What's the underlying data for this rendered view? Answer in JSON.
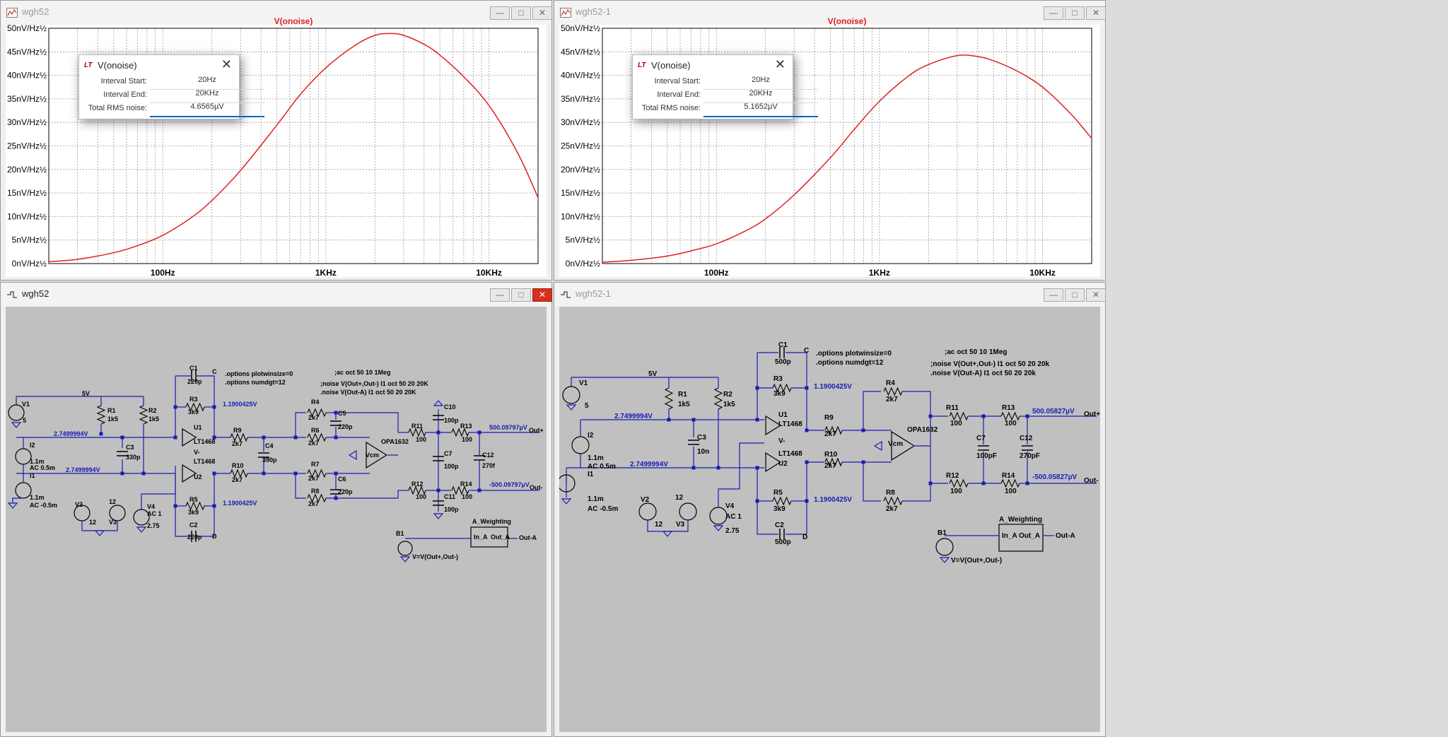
{
  "windows": {
    "plot_left": {
      "title": "wgh52"
    },
    "plot_right": {
      "title": "wgh52-1"
    },
    "schem_left": {
      "title": "wgh52"
    },
    "schem_right": {
      "title": "wgh52-1"
    }
  },
  "controls": {
    "minimize": "—",
    "maximize": "□",
    "close": "✕"
  },
  "dialogs": {
    "left": {
      "title": "V(onoise)",
      "interval_start_label": "Interval Start:",
      "interval_start": "20Hz",
      "interval_end_label": "Interval End:",
      "interval_end": "20KHz",
      "rms_label": "Total RMS noise:",
      "rms": "4.6565µV"
    },
    "right": {
      "title": "V(onoise)",
      "interval_start_label": "Interval Start:",
      "interval_start": "20Hz",
      "interval_end_label": "Interval End:",
      "interval_end": "20KHz",
      "rms_label": "Total RMS noise:",
      "rms": "5.1652µV"
    }
  },
  "chart_data": [
    {
      "type": "line",
      "title": "V(onoise)",
      "x_scale": "log",
      "x_range_hz": [
        20,
        20000
      ],
      "x_ticks": [
        "100Hz",
        "1KHz",
        "10KHz"
      ],
      "y_ticks": [
        "0nV/Hz½",
        "5nV/Hz½",
        "10nV/Hz½",
        "15nV/Hz½",
        "20nV/Hz½",
        "25nV/Hz½",
        "30nV/Hz½",
        "35nV/Hz½",
        "40nV/Hz½",
        "45nV/Hz½",
        "50nV/Hz½"
      ],
      "ylim": [
        0,
        50
      ],
      "grid": true,
      "color": "#e02020",
      "series": [
        {
          "x": [
            20,
            30,
            50,
            70,
            100,
            150,
            200,
            300,
            500,
            700,
            1000,
            1500,
            2000,
            2500,
            3000,
            4000,
            5000,
            7000,
            10000,
            15000,
            20000
          ],
          "y": [
            0.4,
            0.9,
            2.3,
            3.8,
            6.0,
            9.8,
            13.4,
            19.8,
            29.4,
            36.0,
            41.6,
            46.3,
            48.5,
            48.9,
            48.5,
            46.6,
            44.3,
            39.7,
            33.6,
            23.5,
            14.0
          ]
        }
      ]
    },
    {
      "type": "line",
      "title": "V(onoise)",
      "x_scale": "log",
      "x_range_hz": [
        20,
        20000
      ],
      "x_ticks": [
        "100Hz",
        "1KHz",
        "10KHz"
      ],
      "y_ticks": [
        "0nV/Hz½",
        "5nV/Hz½",
        "10nV/Hz½",
        "15nV/Hz½",
        "20nV/Hz½",
        "25nV/Hz½",
        "30nV/Hz½",
        "35nV/Hz½",
        "40nV/Hz½",
        "45nV/Hz½",
        "50nV/Hz½"
      ],
      "ylim": [
        0,
        50
      ],
      "grid": true,
      "color": "#e02020",
      "series": [
        {
          "x": [
            20,
            30,
            50,
            70,
            100,
            150,
            200,
            300,
            500,
            700,
            1000,
            1500,
            2000,
            3000,
            4000,
            5000,
            7000,
            10000,
            15000,
            20000
          ],
          "y": [
            0.3,
            0.7,
            1.6,
            2.7,
            4.2,
            6.9,
            9.5,
            14.6,
            22.5,
            28.5,
            34.5,
            39.8,
            42.3,
            44.2,
            44.0,
            43.1,
            40.9,
            37.5,
            31.7,
            26.6
          ]
        }
      ]
    }
  ],
  "schem_left": {
    "labels": [
      {
        "t": "5V",
        "c": "#000"
      },
      {
        "t": "V1",
        "c": "#000"
      },
      {
        "t": "5",
        "c": "#000"
      },
      {
        "t": "R1",
        "c": "#000"
      },
      {
        "t": "1k5",
        "c": "#000"
      },
      {
        "t": "R2",
        "c": "#000"
      },
      {
        "t": "1k5",
        "c": "#000"
      },
      {
        "t": "2.7499994V",
        "c": "#1b1bb4"
      },
      {
        "t": "2.7499994V",
        "c": "#1b1bb4"
      },
      {
        "t": "I2",
        "c": "#000"
      },
      {
        "t": "1.1m",
        "c": "#000"
      },
      {
        "t": "AC 0.5m",
        "c": "#000"
      },
      {
        "t": "I1",
        "c": "#000"
      },
      {
        "t": "1.1m",
        "c": "#000"
      },
      {
        "t": "AC -0.5m",
        "c": "#000"
      },
      {
        "t": "C3",
        "c": "#000"
      },
      {
        "t": "330p",
        "c": "#000"
      },
      {
        "t": "V2",
        "c": "#000"
      },
      {
        "t": "12",
        "c": "#000"
      },
      {
        "t": "12",
        "c": "#000"
      },
      {
        "t": "V3",
        "c": "#000"
      },
      {
        "t": "V4",
        "c": "#000"
      },
      {
        "t": "AC 1",
        "c": "#000"
      },
      {
        "t": "2.75",
        "c": "#000"
      },
      {
        "t": "C1",
        "c": "#000"
      },
      {
        "t": "220p",
        "c": "#000"
      },
      {
        "t": "C",
        "c": "#000"
      },
      {
        "t": "R3",
        "c": "#000"
      },
      {
        "t": "3k9",
        "c": "#000"
      },
      {
        "t": "1.1900425V",
        "c": "#1b1bb4"
      },
      {
        "t": "U1",
        "c": "#000"
      },
      {
        "t": "LT1468",
        "c": "#000"
      },
      {
        "t": "V-",
        "c": "#000"
      },
      {
        "t": "LT1468",
        "c": "#000"
      },
      {
        "t": "U2",
        "c": "#000"
      },
      {
        "t": "R5",
        "c": "#000"
      },
      {
        "t": "3k9",
        "c": "#000"
      },
      {
        "t": "1.1900425V",
        "c": "#1b1bb4"
      },
      {
        "t": "C2",
        "c": "#000"
      },
      {
        "t": "220p",
        "c": "#000"
      },
      {
        "t": "D",
        "c": "#000"
      },
      {
        "t": "R9",
        "c": "#000"
      },
      {
        "t": "2k7",
        "c": "#000"
      },
      {
        "t": "R10",
        "c": "#000"
      },
      {
        "t": "2k7",
        "c": "#000"
      },
      {
        "t": "C4",
        "c": "#000"
      },
      {
        "t": "390p",
        "c": "#000"
      },
      {
        "t": ".options plotwinsize=0",
        "c": "#000"
      },
      {
        "t": ".options numdgt=12",
        "c": "#000"
      },
      {
        "t": ";ac oct 50 10 1Meg",
        "c": "#000"
      },
      {
        "t": ";noise V(Out+,Out-) I1 oct 50 20 20K",
        "c": "#000"
      },
      {
        "t": ".noise V(Out-A) I1 oct 50 20 20K",
        "c": "#000"
      },
      {
        "t": "R4",
        "c": "#000"
      },
      {
        "t": "2k7",
        "c": "#000"
      },
      {
        "t": "R6",
        "c": "#000"
      },
      {
        "t": "2k7",
        "c": "#000"
      },
      {
        "t": "R7",
        "c": "#000"
      },
      {
        "t": "2k7",
        "c": "#000"
      },
      {
        "t": "R8",
        "c": "#000"
      },
      {
        "t": "2k7",
        "c": "#000"
      },
      {
        "t": "C5",
        "c": "#000"
      },
      {
        "t": "220p",
        "c": "#000"
      },
      {
        "t": "C6",
        "c": "#000"
      },
      {
        "t": "220p",
        "c": "#000"
      },
      {
        "t": "Vcm",
        "c": "#000"
      },
      {
        "t": "OPA1632",
        "c": "#000"
      },
      {
        "t": "R11",
        "c": "#000"
      },
      {
        "t": "100",
        "c": "#000"
      },
      {
        "t": "R12",
        "c": "#000"
      },
      {
        "t": "100",
        "c": "#000"
      },
      {
        "t": "C10",
        "c": "#000"
      },
      {
        "t": "100p",
        "c": "#000"
      },
      {
        "t": "C7",
        "c": "#000"
      },
      {
        "t": "100p",
        "c": "#000"
      },
      {
        "t": "C11",
        "c": "#000"
      },
      {
        "t": "100p",
        "c": "#000"
      },
      {
        "t": "R13",
        "c": "#000"
      },
      {
        "t": "100",
        "c": "#000"
      },
      {
        "t": "R14",
        "c": "#000"
      },
      {
        "t": "100",
        "c": "#000"
      },
      {
        "t": "C12",
        "c": "#000"
      },
      {
        "t": "270f",
        "c": "#000"
      },
      {
        "t": "500.09797µV",
        "c": "#1b1bb4"
      },
      {
        "t": "Out+",
        "c": "#000"
      },
      {
        "t": "-500.09797µV",
        "c": "#1b1bb4"
      },
      {
        "t": "Out-",
        "c": "#000"
      },
      {
        "t": "A_Weighting",
        "c": "#000"
      },
      {
        "t": "In_A",
        "c": "#000"
      },
      {
        "t": "Out_A",
        "c": "#000"
      },
      {
        "t": "Out-A",
        "c": "#000"
      },
      {
        "t": "B1",
        "c": "#000"
      },
      {
        "t": "V=V(Out+,Out-)",
        "c": "#000"
      }
    ]
  },
  "schem_right": {
    "labels": [
      {
        "t": "5V",
        "c": "#000"
      },
      {
        "t": "V1",
        "c": "#000"
      },
      {
        "t": "5",
        "c": "#000"
      },
      {
        "t": "R1",
        "c": "#000"
      },
      {
        "t": "1k5",
        "c": "#000"
      },
      {
        "t": "R2",
        "c": "#000"
      },
      {
        "t": "1k5",
        "c": "#000"
      },
      {
        "t": "2.7499994V",
        "c": "#1b1bb4"
      },
      {
        "t": "2.7499994V",
        "c": "#1b1bb4"
      },
      {
        "t": "I2",
        "c": "#000"
      },
      {
        "t": "1.1m",
        "c": "#000"
      },
      {
        "t": "AC 0.5m",
        "c": "#000"
      },
      {
        "t": "I1",
        "c": "#000"
      },
      {
        "t": "1.1m",
        "c": "#000"
      },
      {
        "t": "AC -0.5m",
        "c": "#000"
      },
      {
        "t": "C3",
        "c": "#000"
      },
      {
        "t": "10n",
        "c": "#000"
      },
      {
        "t": "V2",
        "c": "#000"
      },
      {
        "t": "12",
        "c": "#000"
      },
      {
        "t": "12",
        "c": "#000"
      },
      {
        "t": "V3",
        "c": "#000"
      },
      {
        "t": "V4",
        "c": "#000"
      },
      {
        "t": "AC 1",
        "c": "#000"
      },
      {
        "t": "2.75",
        "c": "#000"
      },
      {
        "t": "C1",
        "c": "#000"
      },
      {
        "t": "500p",
        "c": "#000"
      },
      {
        "t": "C",
        "c": "#000"
      },
      {
        "t": "R3",
        "c": "#000"
      },
      {
        "t": "3k9",
        "c": "#000"
      },
      {
        "t": "1.1900425V",
        "c": "#1b1bb4"
      },
      {
        "t": "U1",
        "c": "#000"
      },
      {
        "t": "LT1468",
        "c": "#000"
      },
      {
        "t": "V-",
        "c": "#000"
      },
      {
        "t": "LT1468",
        "c": "#000"
      },
      {
        "t": "U2",
        "c": "#000"
      },
      {
        "t": "R5",
        "c": "#000"
      },
      {
        "t": "3k9",
        "c": "#000"
      },
      {
        "t": "1.1900425V",
        "c": "#1b1bb4"
      },
      {
        "t": "C2",
        "c": "#000"
      },
      {
        "t": "500p",
        "c": "#000"
      },
      {
        "t": "D",
        "c": "#000"
      },
      {
        "t": "R9",
        "c": "#000"
      },
      {
        "t": "2k7",
        "c": "#000"
      },
      {
        "t": "R10",
        "c": "#000"
      },
      {
        "t": "2k7",
        "c": "#000"
      },
      {
        "t": ".options plotwinsize=0",
        "c": "#000"
      },
      {
        "t": ".options numdgt=12",
        "c": "#000"
      },
      {
        "t": ";ac oct 50 10 1Meg",
        "c": "#000"
      },
      {
        "t": ";noise V(Out+,Out-) I1 oct 50 20 20k",
        "c": "#000"
      },
      {
        "t": ".noise V(Out-A) I1 oct 50 20 20k",
        "c": "#000"
      },
      {
        "t": "R4",
        "c": "#000"
      },
      {
        "t": "2k7",
        "c": "#000"
      },
      {
        "t": "R8",
        "c": "#000"
      },
      {
        "t": "2k7",
        "c": "#000"
      },
      {
        "t": "Vcm",
        "c": "#000"
      },
      {
        "t": "OPA1632",
        "c": "#000"
      },
      {
        "t": "R11",
        "c": "#000"
      },
      {
        "t": "100",
        "c": "#000"
      },
      {
        "t": "R12",
        "c": "#000"
      },
      {
        "t": "100",
        "c": "#000"
      },
      {
        "t": "C7",
        "c": "#000"
      },
      {
        "t": "100pF",
        "c": "#000"
      },
      {
        "t": "R13",
        "c": "#000"
      },
      {
        "t": "100",
        "c": "#000"
      },
      {
        "t": "R14",
        "c": "#000"
      },
      {
        "t": "100",
        "c": "#000"
      },
      {
        "t": "C12",
        "c": "#000"
      },
      {
        "t": "270pF",
        "c": "#000"
      },
      {
        "t": "500.05827µV",
        "c": "#1b1bb4"
      },
      {
        "t": "Out+",
        "c": "#000"
      },
      {
        "t": "-500.05827µV",
        "c": "#1b1bb4"
      },
      {
        "t": "Out-",
        "c": "#000"
      },
      {
        "t": "A_Weighting",
        "c": "#000"
      },
      {
        "t": "In_A",
        "c": "#000"
      },
      {
        "t": "Out_A",
        "c": "#000"
      },
      {
        "t": "Out-A",
        "c": "#000"
      },
      {
        "t": "B1",
        "c": "#000"
      },
      {
        "t": "V=V(Out+,Out-)",
        "c": "#000"
      }
    ]
  }
}
